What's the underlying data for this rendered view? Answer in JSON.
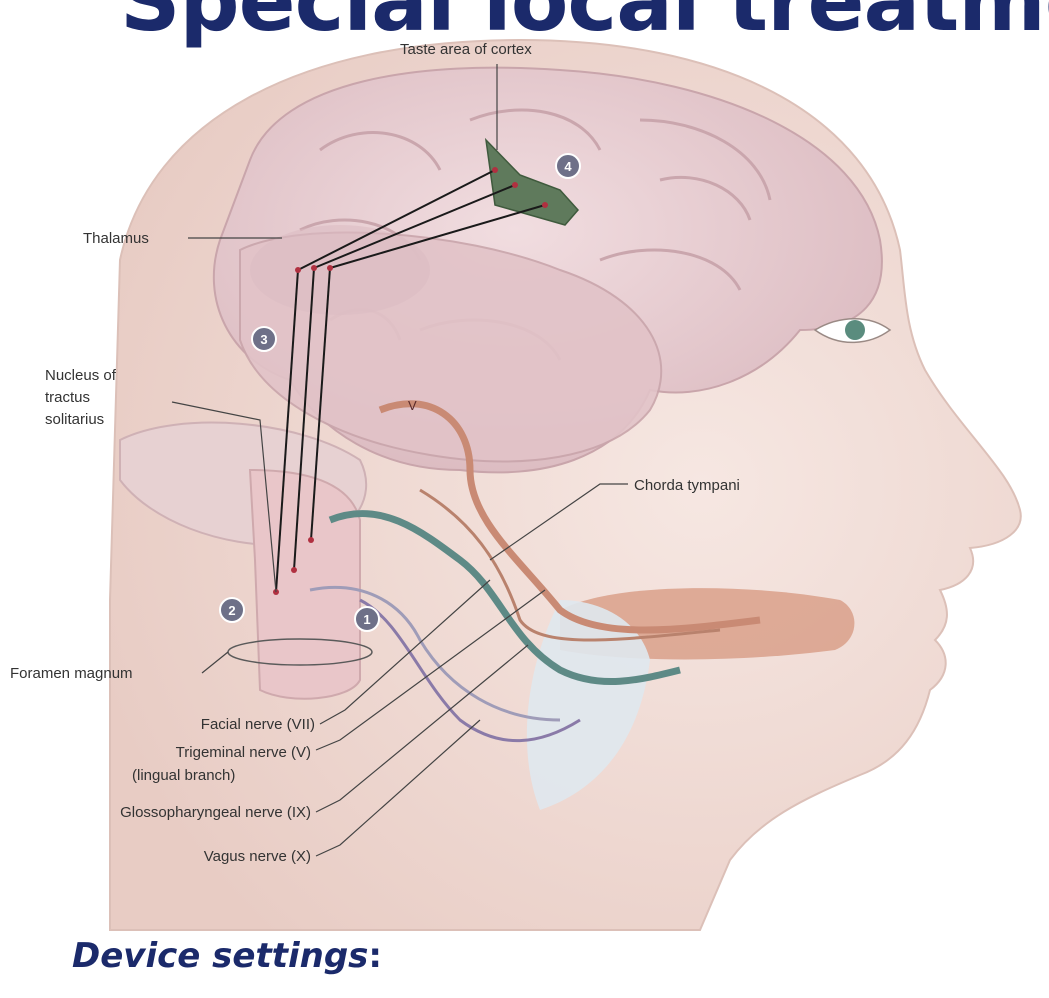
{
  "slide": {
    "title": "Special local treatment",
    "footer_prefix": "Device settings",
    "footer_suffix": ":"
  },
  "diagram": {
    "labels": {
      "taste_area": "Taste area of cortex",
      "thalamus": "Thalamus",
      "nucleus": [
        "Nucleus of",
        "tractus",
        "solitarius"
      ],
      "chorda_tympani": "Chorda tympani",
      "foramen_magnum": "Foramen magnum",
      "facial_nerve": "Facial nerve (VII)",
      "trigeminal_nerve": [
        "Trigeminal nerve (V)",
        "(lingual branch)"
      ],
      "glossopharyngeal_nerve": "Glossopharyngeal nerve (IX)",
      "vagus_nerve": "Vagus nerve (X)",
      "roman_v": "V"
    },
    "steps": [
      "1",
      "2",
      "3",
      "4"
    ]
  },
  "colors": {
    "title": "#1b2a6b",
    "skin": "#f0dcd6",
    "brain": "#e8cdd0",
    "taste_area": "#5f7a5c",
    "facial_nerve": "#5e8a86",
    "trigeminal_nerve": "#c98a74",
    "vagus_nerve": "#8a7aa8",
    "step_badge": "#6e7088"
  }
}
